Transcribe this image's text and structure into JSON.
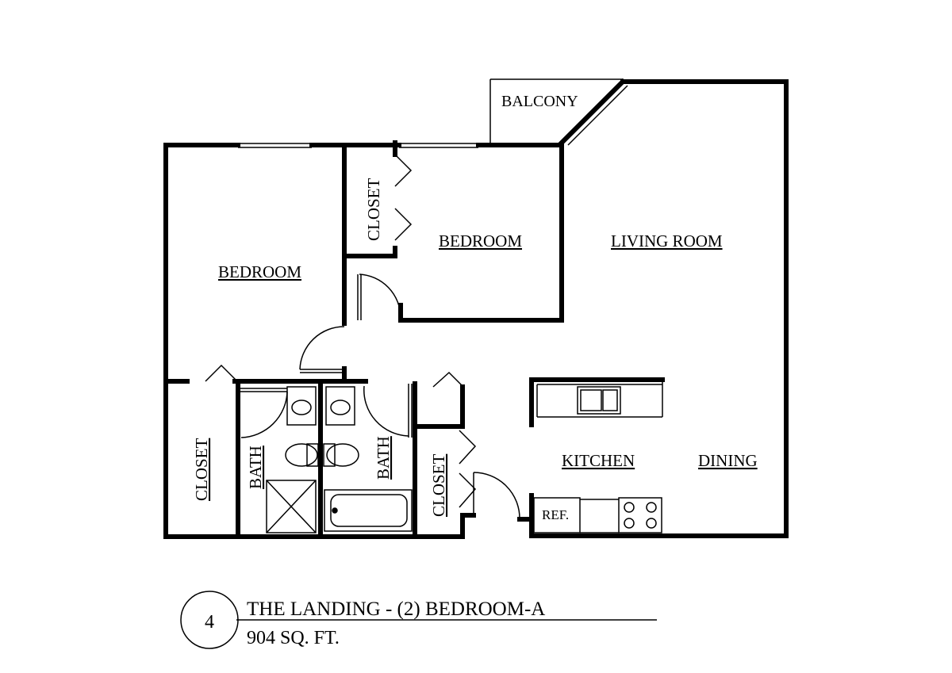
{
  "plan": {
    "rooms": {
      "balcony": "BALCONY",
      "bedroom_left": "BEDROOM",
      "bedroom_right": "BEDROOM",
      "living_room": "LIVING ROOM",
      "closet_top": "CLOSET",
      "closet_left": "CLOSET",
      "closet_hall": "CLOSET",
      "bath_left": "BATH",
      "bath_right": "BATH",
      "kitchen": "KITCHEN",
      "dining": "DINING",
      "ref": "REF."
    },
    "title": {
      "number": "4",
      "name": "THE LANDING - (2) BEDROOM-A",
      "area": "904 SQ. FT."
    }
  }
}
